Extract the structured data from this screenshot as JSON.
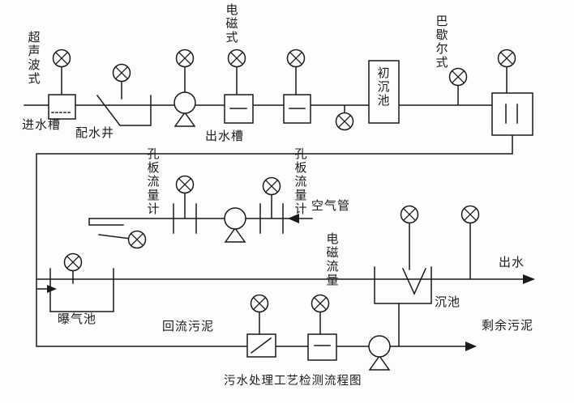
{
  "diagram": {
    "caption": "污水处理工艺检测流程图",
    "line_color": "#1a1a1a",
    "background": "#fdfdfb"
  },
  "labels": {
    "ultrasonic_type": "超声波式",
    "inlet_channel": "进水槽",
    "distribution_well": "配水井",
    "electromagnetic_type": "电磁式",
    "outlet_channel": "出水槽",
    "primary_sedimentation_tank": "初沉池",
    "parshall_type": "巴歇尔式",
    "orifice_flowmeter_left": "孔板流量计",
    "orifice_flowmeter_right": "孔板流量计",
    "air_pipe": "空气管",
    "electromagnetic_flowmeter": "电磁流量",
    "effluent": "出水",
    "aeration_tank": "曝气池",
    "return_sludge": "回流污泥",
    "secondary_sedimentation_tank": "沉池",
    "excess_sludge": "剩余污泥"
  }
}
